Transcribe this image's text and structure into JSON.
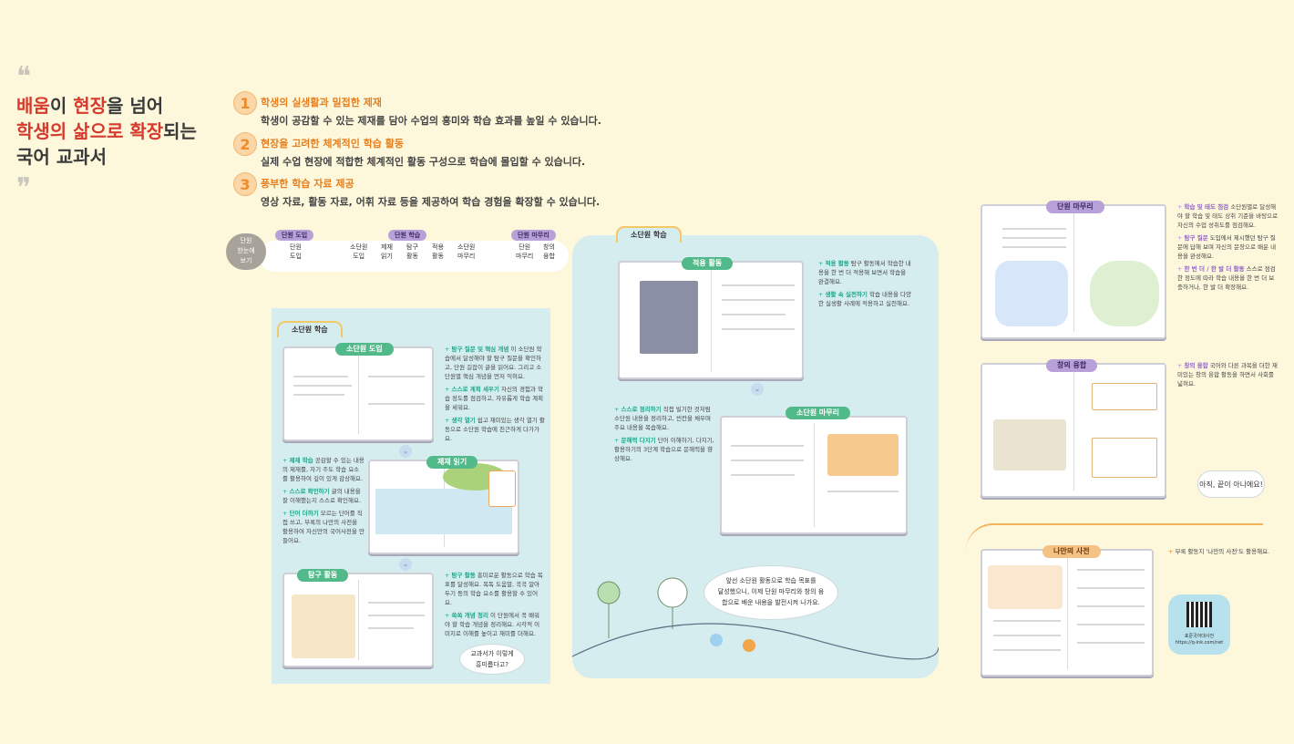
{
  "headline": {
    "lines": [
      [
        {
          "t": "배움",
          "hl": true
        },
        {
          "t": "이 "
        },
        {
          "t": "현장",
          "hl": true
        },
        {
          "t": "을 넘어"
        }
      ],
      [
        {
          "t": "학생의 삶으로 확장",
          "hl": true
        },
        {
          "t": "되는"
        }
      ],
      [
        {
          "t": "국어 교과서"
        }
      ]
    ],
    "line1_a": "배움",
    "line1_b": "이 ",
    "line1_c": "현장",
    "line1_d": "을 넘어",
    "line2_a": "학생의 삶으로 확장",
    "line2_b": "되는",
    "line3": "국어 교과서",
    "quote_open": "❝",
    "quote_close": "❞"
  },
  "features": [
    {
      "num": "1",
      "title": "학생의 실생활과 밀접한 제재",
      "desc": "학생이 공감할 수 있는 제재를 담아 수업의 흥미와 학습 효과를 높일 수 있습니다."
    },
    {
      "num": "2",
      "title": "현장을 고려한 체계적인 학습 활동",
      "desc": "실제 수업 현장에 적합한 체계적인 활동 구성으로 학습에 몰입할 수 있습니다."
    },
    {
      "num": "3",
      "title": "풍부한 학습 자료 제공",
      "desc": "영상 자료, 활동 자료, 어휘 자료 등을 제공하여 학습 경험을 확장할 수 있습니다."
    }
  ],
  "flow": {
    "start": [
      "단원",
      "한눈에",
      "보기"
    ],
    "groups": [
      {
        "label": "단원 도입",
        "steps": [
          [
            "단원",
            "도입"
          ]
        ]
      },
      {
        "label": "단원 학습",
        "steps": [
          [
            "소단원",
            "도입"
          ],
          [
            "제재",
            "읽기"
          ],
          [
            "탐구",
            "활동"
          ],
          [
            "적용",
            "활동"
          ],
          [
            "소단원",
            "마무리"
          ]
        ]
      },
      {
        "label": "단원 마무리",
        "steps": [
          [
            "단원",
            "마무리"
          ],
          [
            "창의",
            "융합"
          ]
        ]
      }
    ]
  },
  "left_panel": {
    "tab": "소단원 학습",
    "sections": [
      "소단원 도입",
      "제재 읽기",
      "탐구 활동"
    ],
    "notes1": [
      {
        "b": "탐구 질문 및 핵심 개념",
        "t": "이 소단원 학습에서 달성해야 할 탐구 질문을 확인하고, 단원 길잡이 글을 읽어요. 그리고 소단원별 핵심 개념을 먼저 익혀요."
      },
      {
        "b": "스스로 계획 세우기",
        "t": "자신의 경험과 학습 정도를 점검하고, 자유롭게 학습 계획을 세워요."
      },
      {
        "b": "생각 열기",
        "t": "쉽고 재미있는 생각 열기 활동으로 소단원 학습에 친근하게 다가가요."
      }
    ],
    "notes2": [
      {
        "b": "제재 학습",
        "t": "공감할 수 있는 내용의 제재를, 자기 주도 학습 요소를 활용하여 깊이 있게 감상해요."
      },
      {
        "b": "스스로 확인하기",
        "t": "글의 내용을 잘 이해했는지 스스로 확인해요."
      },
      {
        "b": "단어 더하기",
        "t": "모르는 단어를 직접 쓰고, 부록의 나만의 사전을 활용하여 자신만의 국어사전을 만들어요."
      }
    ],
    "notes3": [
      {
        "b": "탐구 활동",
        "t": "흥미로운 활동으로 학습 목표를 달성해요. 목독 도움말, 곡곡 알아 두기 등의 학습 요소를 활용할 수 있어요."
      },
      {
        "b": "쏙쏙 개념 정리",
        "t": "이 단원에서 꼭 배워야 할 학습 개념을 정리해요. 시각적 이미지로 이해를 높이고 재미를 더해요."
      }
    ],
    "bubble": [
      "교과서가 이렇게",
      "흥미롭다고?"
    ]
  },
  "mid_panel": {
    "tab": "소단원 학습",
    "sections": [
      "적용 활동",
      "소단원 마무리"
    ],
    "notes1": [
      {
        "b": "적용 활동",
        "t": "탐구 활동에서 학습한 내용을 한 번 더 적용해 보면서 학습을 완결해요."
      },
      {
        "b": "생활 속 실천하기",
        "t": "학습 내용을 다양한 실생활 사례에 적용하고 실천해요."
      }
    ],
    "notes2": [
      {
        "b": "스스로 정리하기",
        "t": "직접 빌기한 것처럼 소단원 내용을 정리하고, 빈칸을 채우며 주요 내용을 복습해요."
      },
      {
        "b": "문해력 다지기",
        "t": "단어 이해하기, 다지기, 활용하기의 3단계 학습으로 문해력을 향상해요."
      }
    ],
    "bubble": [
      "앞선 소단원 활동으로 학습 목표를",
      "달성했으니, 이제 단원 마무리와 창의 융",
      "합으로 배운 내용을 발전시켜 나가요."
    ]
  },
  "right": {
    "sections": [
      "단원 마무리",
      "창의 융합",
      "나만의 사전"
    ],
    "notes1": [
      {
        "b": "학습 및 태도 점검",
        "t": "소단원별로 달성해야 할 학습 및 태도 상취 기준을 바탕으로 자신의 수업 성취도를 점검해요."
      },
      {
        "b": "탐구 질문",
        "t": "도입에서 제시했던 탐구 질문에 답해 보며 자신의 문장으로 배운 내용을 완성해요."
      },
      {
        "b": "한 번 더 / 한 발 더 활동",
        "t": "스스로 점검한 정도에 따라 학습 내용을 한 번 더 보충하거나, 한 발 더 확장해요."
      }
    ],
    "notes2": [
      {
        "b": "창의 융합",
        "t": "국어와 다른 과목을 더한 재미있는 창의 융합 활동을 하면서 사회를 넓혀요."
      }
    ],
    "bubble": "아직, 끝이 아니에요!",
    "appendix_note": "부록 활동지 '나만의 사전'도 활용해요.",
    "qr_label": "표준국어대사전",
    "qr_url": "https://q-ink.com/net"
  },
  "colors": {
    "background": "#fdf8dc",
    "accent_red": "#d73a2c",
    "accent_orange": "#e57f20",
    "panel": "#d6edf0",
    "green": "#52b98a",
    "purple": "#b8a1d8"
  }
}
